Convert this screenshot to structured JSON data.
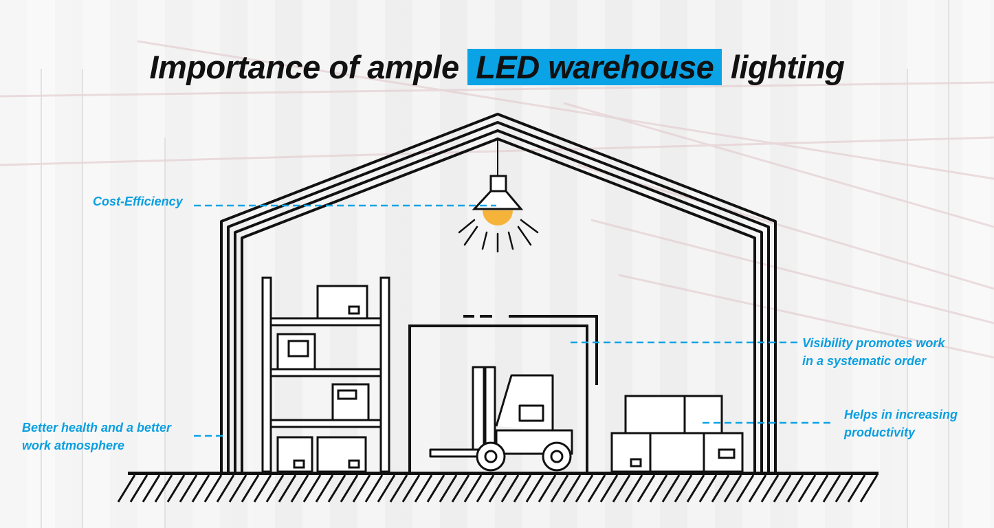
{
  "title": {
    "before": "Importance of ample",
    "highlight": "LED warehouse",
    "after": "lighting"
  },
  "labels": {
    "cost": "Cost-Efficiency",
    "health_line1": "Better health and a better",
    "health_line2": "work atmosphere",
    "visibility_line1": "Visibility promotes work",
    "visibility_line2": "in a systematic order",
    "productivity_line1": "Helps in increasing",
    "productivity_line2": "productivity"
  },
  "colors": {
    "accent": "#0aa3e6",
    "lamp": "#f6b33a",
    "ink": "#111111"
  },
  "icons": [
    "warehouse-roof",
    "pendant-lamp-icon",
    "forklift-icon",
    "shelf-icon",
    "box-icon",
    "ground-hatch"
  ]
}
